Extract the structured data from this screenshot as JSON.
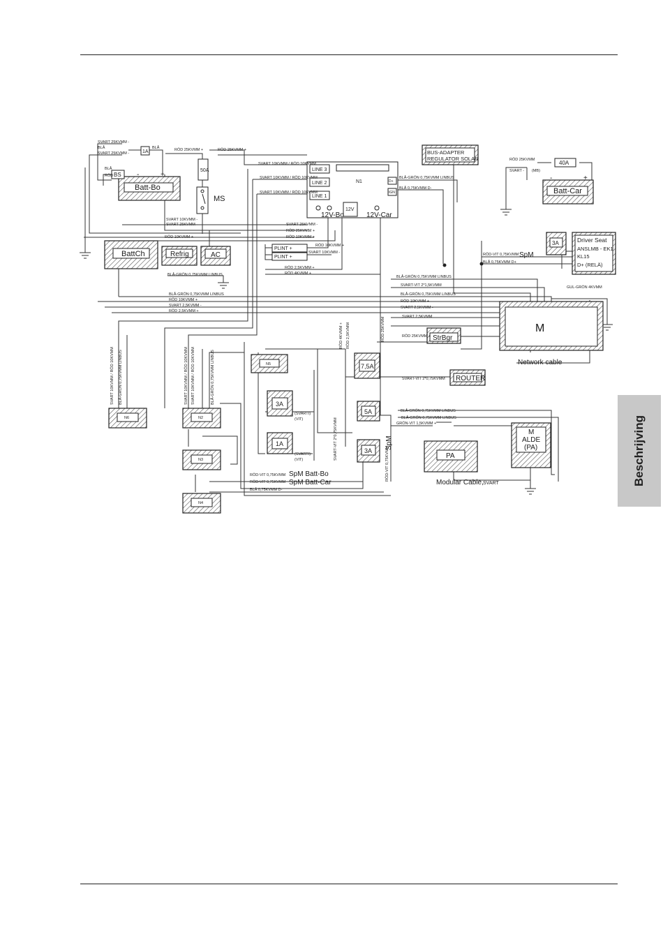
{
  "side_tab": {
    "label": "Beschrijving"
  },
  "components": {
    "batt_bo": "Batt-Bo",
    "batt_car": "Batt-Car",
    "battch": "BattCh",
    "refrig": "Refrig",
    "ac": "AC",
    "bus_adapter_1": "BUS-ADAPTER",
    "bus_adapter_2": "REGULATOR SOLAR",
    "fuse_40a": "40A",
    "fuse_50a": "50A",
    "fuse_1a_top": "1A",
    "bs": "BS",
    "ms": "MS",
    "line3": "LINE 3",
    "line2": "LINE 2",
    "line1": "LINE 1",
    "n1": "N1",
    "n2": "N2",
    "n3": "N3",
    "n4": "N4",
    "n5": "N5",
    "n6": "N6",
    "v12bo": "12V-Bo",
    "v12car": "12V-Car",
    "v12": "12V",
    "d1": "D+",
    "ign": "IGN",
    "plint1": "PLINT +",
    "plint2": "PLINT +",
    "fuse_3a_driver": "3A",
    "spm_top": "SpM",
    "driver_1": "Driver Seat",
    "driver_2": "ANSLMB - EK1",
    "driver_3": "KL15",
    "driver_4": "D+ (RELÄ)",
    "m_main": "M",
    "strbgr": "StrBgr",
    "network": "Network cable",
    "router": "ROUTER",
    "fuse_75a": "7,5A",
    "fuse_3a_a": "3A",
    "fuse_1a_b": "1A",
    "svarti_a": "(SVARTI)",
    "vit_a": "(VIT)",
    "svarti_b": "(SVARTI)",
    "vit_b": "(VIT)",
    "fuse_5a": "5A",
    "fuse_3a_b": "3A",
    "spm_mid": "SpM",
    "pa": "PA",
    "m_alde_1": "M",
    "m_alde_2": "ALDE",
    "m_alde_3": "(PA)",
    "modular": "Modular Cable,",
    "modular_svart": "SVART",
    "spm_batt_bo": "SpM Batt-Bo",
    "spm_batt_car": "SpM Batt-Car"
  },
  "wire_labels": {
    "w1": "SVART 25KVMM -",
    "w2": "BLÅ",
    "w3": "SVART 25KVMM -",
    "w4": "BLÅ",
    "w5": "RÖD 25KVMM +",
    "w6": "BLÅ",
    "w7": "RÖD",
    "w8": "RÖD 25KVMM +",
    "w9": "SVART 10KVMM / RÖD 10KVMM",
    "w10": "SVART 10KVMM / RÖD 10KVMM",
    "w11": "SVART 10KVMM / RÖD 10KVMM",
    "w12": "BLÅ-GRÖN 0,75KVMM LINBUS",
    "w13": "BLÅ 0,75KVMM D-",
    "w14": "RÖD 25KVMM",
    "w15": "SVART -",
    "w16": "(MB)",
    "w17": "SVART 10KVMM -",
    "w18": "SVART 25KVMM -",
    "w19": "SVART 25KVMM -",
    "w20": "RÖD 25KVMM +",
    "w21": "RÖD 10KVMM +",
    "w22": "RÖD 10KVMM +",
    "w23": "SVART 10KVMM -",
    "w24": "BLÅ-GRÖN 0,75KVMM LINBUS",
    "w25": "RÖD 2,5KVMM +",
    "w26": "RÖD 4KVMM +",
    "w27": "RÖD-VIT 0,75KVMM",
    "w28": "BLÅ 0,75KVMM D+",
    "w29": "BLÅ-GRÖN 0,75KVMM LINBUS",
    "w30": "BLÅ-GRÖN 0,75KVMM LINBUS",
    "w31": "SVART-VIT 2*1,5KVMM",
    "w32": "BLÅ-GRÖN 0,75KVMM LINBUS",
    "w33": "RÖD 10KVMM +",
    "w34": "SVART 2,5KVMM -",
    "w35": "RÖD 2,5KVMM +",
    "w36": "SVART 2,5KVMM",
    "w37": "RÖD 10KVMM +",
    "w38": "SVART 2,5KVMM -",
    "w39": "GUL-GRÖN 4KVMM",
    "w40": "RÖD 25KVMM +",
    "w41": "SVART 10KVMM / RÖD 10KVMM",
    "w42": "BLÅ-GRÖN 0,75KVMM LINBUS",
    "w43": "SVART 10KVMM / RÖD 10KVMM",
    "w44": "BLÅ-GRÖN 0,75KVMM LINBUS",
    "w45": "SVART 10KVMM / RÖD 10KVMM",
    "w46": "BLÅ-GRÖN 0,75KVMM LINBUS",
    "w47": "RÖD 4KVMM +",
    "w48": "RÖD 2,5KVMM",
    "w49": "RÖD 25KVMM",
    "w50": "SVART-VIT 2*0,75KVMM",
    "w51": "BLÅ-GRÖN 0,75KVMM LINBUS",
    "w52": "GRÖN-VIT 1,5KVMM +",
    "w53": "SVART-VIT 2*0,75KVMM",
    "w54": "RÖD-VIT 0,75KVMM",
    "w55": "RÖD-VIT 0,75KVMM",
    "w56": "RÖD-VIT 0,75KVMM",
    "w57": "BLÅ 0,75KVMM D-"
  }
}
